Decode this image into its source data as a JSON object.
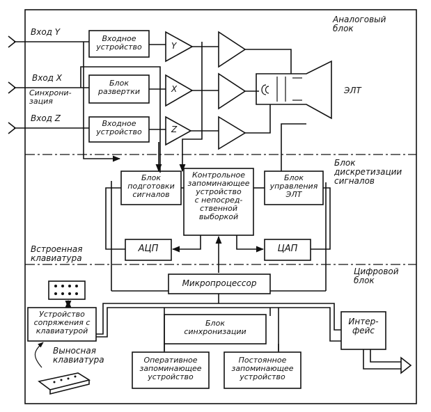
{
  "sections": {
    "analog": "Аналоговый\nблок",
    "discretization": "Блок\nдискретизации\nсигналов",
    "digital": "Цифровой\nблок",
    "builtin_keyboard": "Встроенная\nклавиатура",
    "remote_keyboard": "Выносная\nклавиатура"
  },
  "inputs": {
    "y": "Вход Y",
    "x": "Вход X",
    "sync": "Синхрони-\nзация",
    "z": "Вход Z"
  },
  "blocks": {
    "input_device_y": "Входное\nустройство",
    "sweep_block": "Блок\nразвертки",
    "input_device_z": "Входное\nустройство",
    "crt": "ЭЛТ",
    "signal_prep": "Блок\nподготовки\nсигналов",
    "control_memory": "Контрольное\nзапоминающее\nустройство\nс непосред-\nственной\nвыборкой",
    "crt_control": "Блок\nуправления\nЭЛТ",
    "adc": "АЦП",
    "dac": "ЦАП",
    "microprocessor": "Микропроцессор",
    "keyboard_interface": "Устройство\nсопряжения с\nклавиатурой",
    "sync_block": "Блок\nсинхронизации",
    "ram": "Оперативное\nзапоминающее\nустройство",
    "rom": "Постоянное\nзапоминающее\nустройство",
    "interface": "Интер-\nфейс"
  },
  "amplifiers": {
    "y": "Y",
    "x": "X",
    "z": "Z"
  }
}
